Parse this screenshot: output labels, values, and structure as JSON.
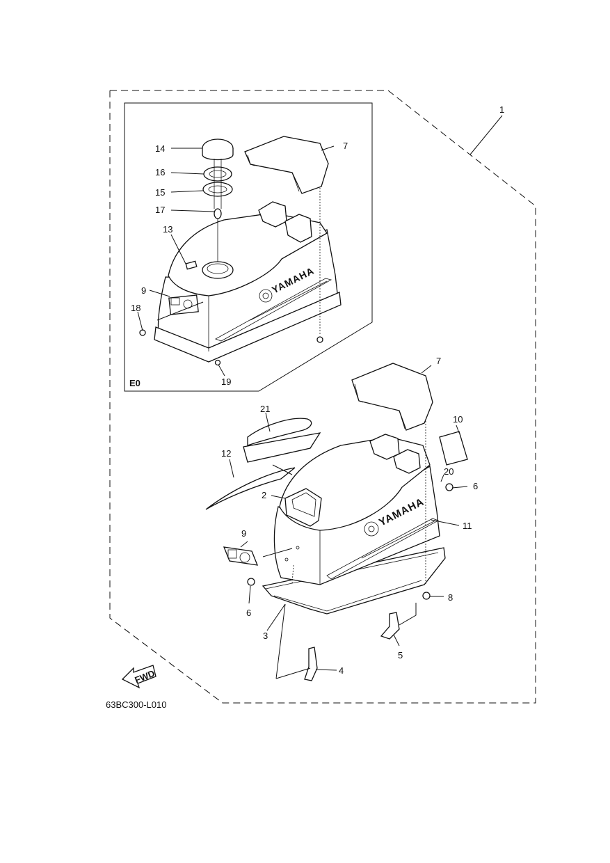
{
  "diagram": {
    "callouts": [
      "1",
      "2",
      "3",
      "4",
      "5",
      "6",
      "6",
      "7",
      "7",
      "8",
      "9",
      "9",
      "10",
      "11",
      "12",
      "13",
      "14",
      "15",
      "16",
      "17",
      "18",
      "19",
      "20",
      "21"
    ],
    "inset_tag": "E0",
    "brand_text": "YAMAHA",
    "direction_label": "FWD",
    "figure_code": "63BC300-L010"
  }
}
